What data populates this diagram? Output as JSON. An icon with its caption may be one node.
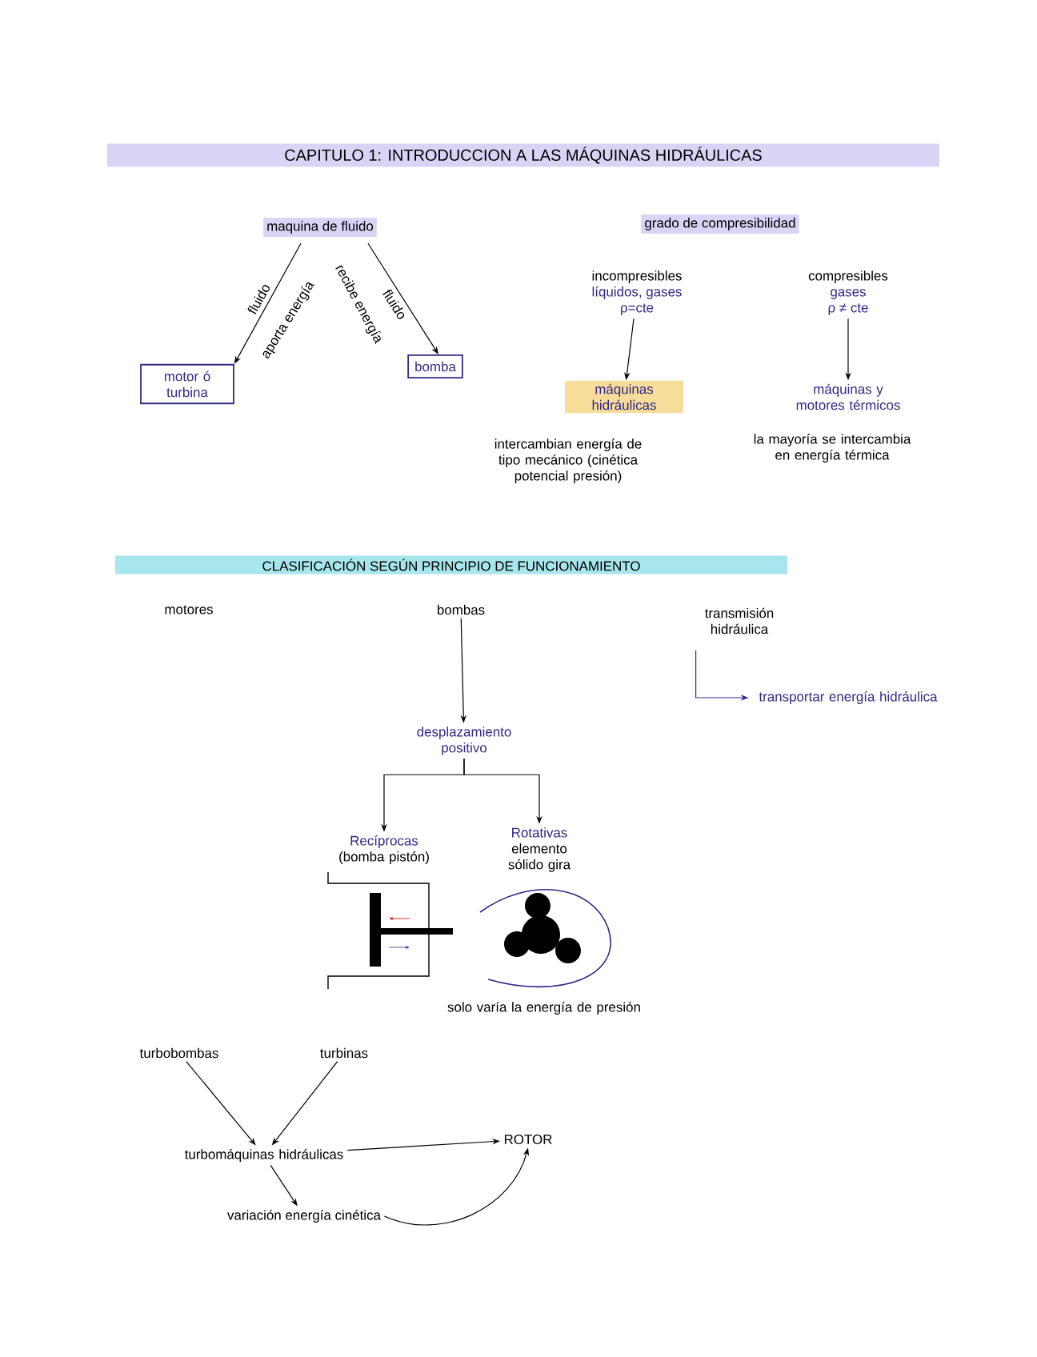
{
  "diagram": {
    "title": "CAPITULO 1: INTRODUCCION A LAS MÁQUINAS HIDRÁULICAS",
    "nodes": [
      {
        "text": [
          "maquina de fluido"
        ]
      },
      {
        "text": [
          "motor ó turbina"
        ]
      },
      {
        "text": [
          "bomba"
        ]
      },
      {
        "text": [
          "grado de compresibilidad"
        ]
      },
      {
        "text": [
          "incompresibles",
          "líquidos, gases",
          "ρ=cte"
        ]
      },
      {
        "text": [
          "compresibles",
          "gases",
          "ρ ≠ cte"
        ]
      },
      {
        "text": [
          "máquinas hidráulicas"
        ],
        "beside": [
          "intercambian energía de tipo mecánico (cinética potencial presión)"
        ]
      },
      {
        "text": [
          "máquinas y motores térmicos"
        ],
        "beside": [
          "la mayoría se intercambia en energía térmica"
        ]
      },
      {
        "text": [
          "motores"
        ]
      },
      {
        "text": [
          "bombas"
        ]
      },
      {
        "text": [
          "transmisión hidráulica"
        ]
      },
      {
        "text": [
          "transportar energía hidráulica"
        ]
      },
      {
        "text": [
          "desplazamiento positivo"
        ]
      },
      {
        "text": [
          "Recíprocas",
          "(bomba pistón)"
        ]
      },
      {
        "text": [
          "Rotativas",
          "elemento sólido gira"
        ]
      },
      {
        "text": [
          "turbobombas"
        ]
      },
      {
        "text": [
          "turbinas"
        ]
      },
      {
        "text": [
          "turbomáquinas hidráulicas"
        ]
      },
      {
        "text": [
          "variación energía cinética"
        ]
      },
      {
        "text": [
          "ROTOR"
        ]
      }
    ],
    "edges": [
      {
        "from": 0,
        "to": 1,
        "arrow": "to",
        "label": "fluido"
      },
      {
        "from": 0,
        "to": 2,
        "arrow": "to",
        "label": "fluido"
      },
      {
        "from": 4,
        "to": 6,
        "arrow": "to"
      },
      {
        "from": 5,
        "to": 7,
        "arrow": "to"
      },
      {
        "from": 9,
        "to": 12,
        "arrow": "to"
      },
      {
        "from": 10,
        "to": 11,
        "arrow": "to",
        "color": "#2e2a8c"
      },
      {
        "from": 12,
        "to": 13,
        "arrow": "to"
      },
      {
        "from": 12,
        "to": 14,
        "arrow": "to"
      },
      {
        "from": 15,
        "to": 17,
        "arrow": "to"
      },
      {
        "from": 16,
        "to": 17,
        "arrow": "to"
      },
      {
        "from": 17,
        "to": 18,
        "arrow": "to"
      },
      {
        "from": 17,
        "to": 19,
        "arrow": "to"
      },
      {
        "from": 18,
        "to": 19,
        "arrow": "to"
      }
    ],
    "labels": [
      "aporta energía",
      "recibe energía",
      "CLASIFICACIÓN SEGÚN PRINCIPIO DE FUNCIONAMIENTO",
      "solo varía la energía de presión"
    ]
  }
}
